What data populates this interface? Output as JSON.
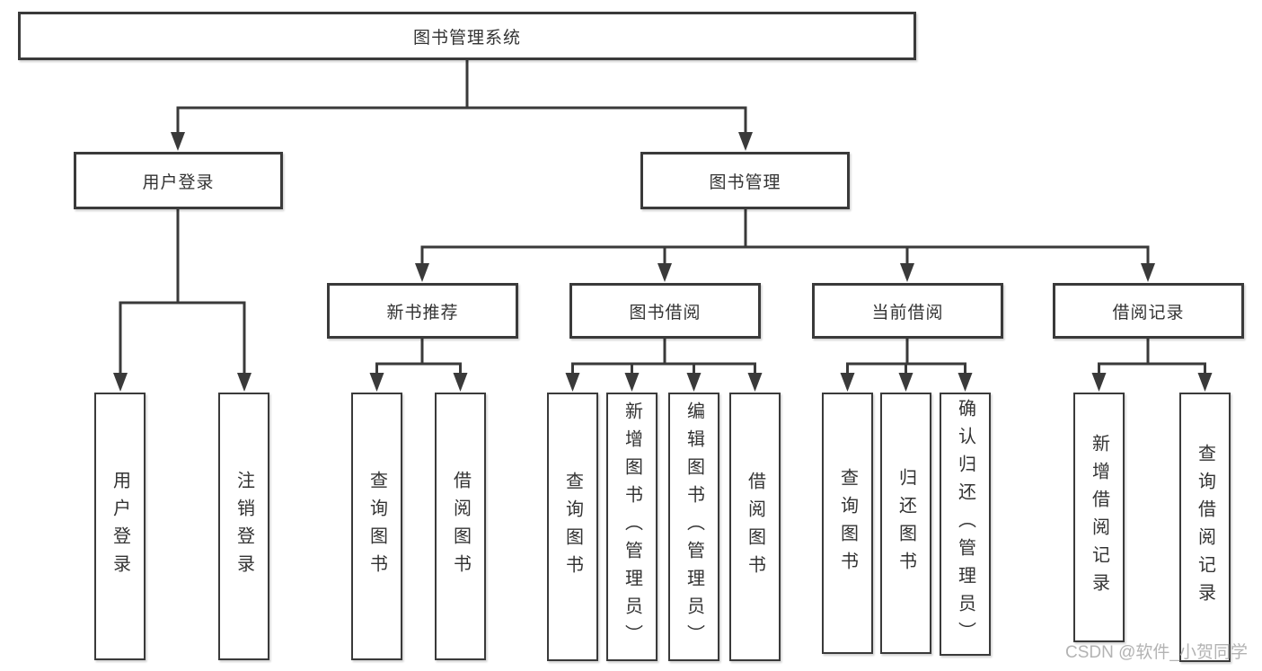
{
  "diagram": {
    "title_node": {
      "label": "图书管理系统"
    },
    "level2": [
      {
        "id": "user-login",
        "label": "用户登录"
      },
      {
        "id": "book-mgmt",
        "label": "图书管理"
      }
    ],
    "level3": [
      {
        "id": "new-books",
        "parent": "图书管理",
        "label": "新书推荐"
      },
      {
        "id": "book-borrow",
        "parent": "图书管理",
        "label": "图书借阅"
      },
      {
        "id": "current-borrow",
        "parent": "图书管理",
        "label": "当前借阅"
      },
      {
        "id": "borrow-records",
        "parent": "图书管理",
        "label": "借阅记录"
      }
    ],
    "leaves": [
      {
        "parent": "用户登录",
        "label": "用户登录"
      },
      {
        "parent": "用户登录",
        "label": "注销登录"
      },
      {
        "parent": "新书推荐",
        "label": "查询图书"
      },
      {
        "parent": "新书推荐",
        "label": "借阅图书"
      },
      {
        "parent": "图书借阅",
        "label": "查询图书"
      },
      {
        "parent": "图书借阅",
        "label": "新增图书（管理员）"
      },
      {
        "parent": "图书借阅",
        "label": "编辑图书（管理员）"
      },
      {
        "parent": "图书借阅",
        "label": "借阅图书"
      },
      {
        "parent": "当前借阅",
        "label": "查询图书"
      },
      {
        "parent": "当前借阅",
        "label": "归还图书"
      },
      {
        "parent": "当前借阅",
        "label": "确认归还（管理员）"
      },
      {
        "parent": "借阅记录",
        "label": "新增借阅记录"
      },
      {
        "parent": "借阅记录",
        "label": "查询借阅记录"
      }
    ],
    "colors": {
      "line": "#3a3a3a",
      "text": "#333333",
      "box_fill": "#ffffff"
    }
  },
  "watermark": {
    "text": "CSDN @软件_小贺同学",
    "color": "#b3b3b3"
  }
}
